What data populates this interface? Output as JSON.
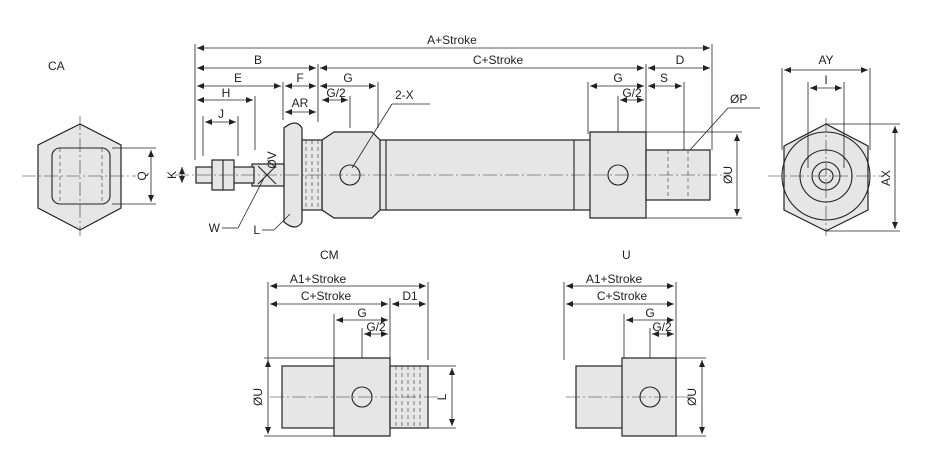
{
  "views": {
    "end_left": "CA",
    "end_right": "AY",
    "bottom_left": "CM",
    "bottom_right": "U"
  },
  "dimensions": {
    "a_stroke": "A+Stroke",
    "b": "B",
    "c_stroke": "C+Stroke",
    "d": "D",
    "e": "E",
    "f": "F",
    "g": "G",
    "s": "S",
    "h": "H",
    "ar": "AR",
    "g2": "G/2",
    "x2": "2-X",
    "p": "ØP",
    "j": "J",
    "v": "ØV",
    "k": "K",
    "w": "W",
    "l": "L",
    "u": "ØU",
    "q": "Q",
    "i": "I",
    "ax": "AX",
    "a1_stroke": "A1+Stroke",
    "d1": "D1",
    "l_port": "L"
  }
}
